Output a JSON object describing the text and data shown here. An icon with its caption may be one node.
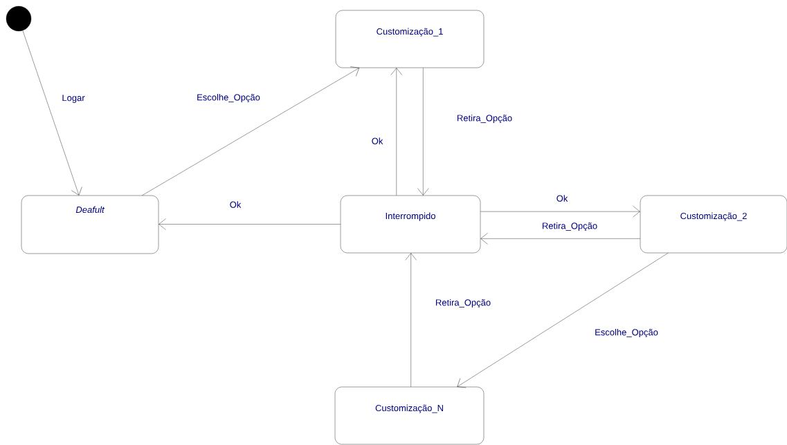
{
  "diagram": {
    "nodes": [
      {
        "text": [],
        "shape": "circle"
      },
      {
        "text": [
          "Customização_1"
        ]
      },
      {
        "text": [
          "Deafult"
        ]
      },
      {
        "text": [
          "Interrompido"
        ]
      },
      {
        "text": [
          "Customização_2"
        ]
      },
      {
        "text": [
          "Customização_N"
        ]
      }
    ],
    "edges": [
      {
        "from": 0,
        "to": 2,
        "arrow": "to",
        "label": "Logar"
      },
      {
        "from": 2,
        "to": 1,
        "arrow": "to",
        "label": "Escolhe_Opção"
      },
      {
        "from": 3,
        "to": 1,
        "arrow": "to",
        "label": "Ok"
      },
      {
        "from": 1,
        "to": 3,
        "arrow": "to",
        "label": "Retira_Opção"
      },
      {
        "from": 3,
        "to": 2,
        "arrow": "to",
        "label": "Ok"
      },
      {
        "from": 3,
        "to": 4,
        "arrow": "to",
        "label": "Ok"
      },
      {
        "from": 4,
        "to": 3,
        "arrow": "to",
        "label": "Retira_Opção"
      },
      {
        "from": 4,
        "to": 5,
        "arrow": "to",
        "label": "Escolhe_Opção"
      },
      {
        "from": 5,
        "to": 3,
        "arrow": "to",
        "label": "Retira_Opção"
      }
    ]
  }
}
